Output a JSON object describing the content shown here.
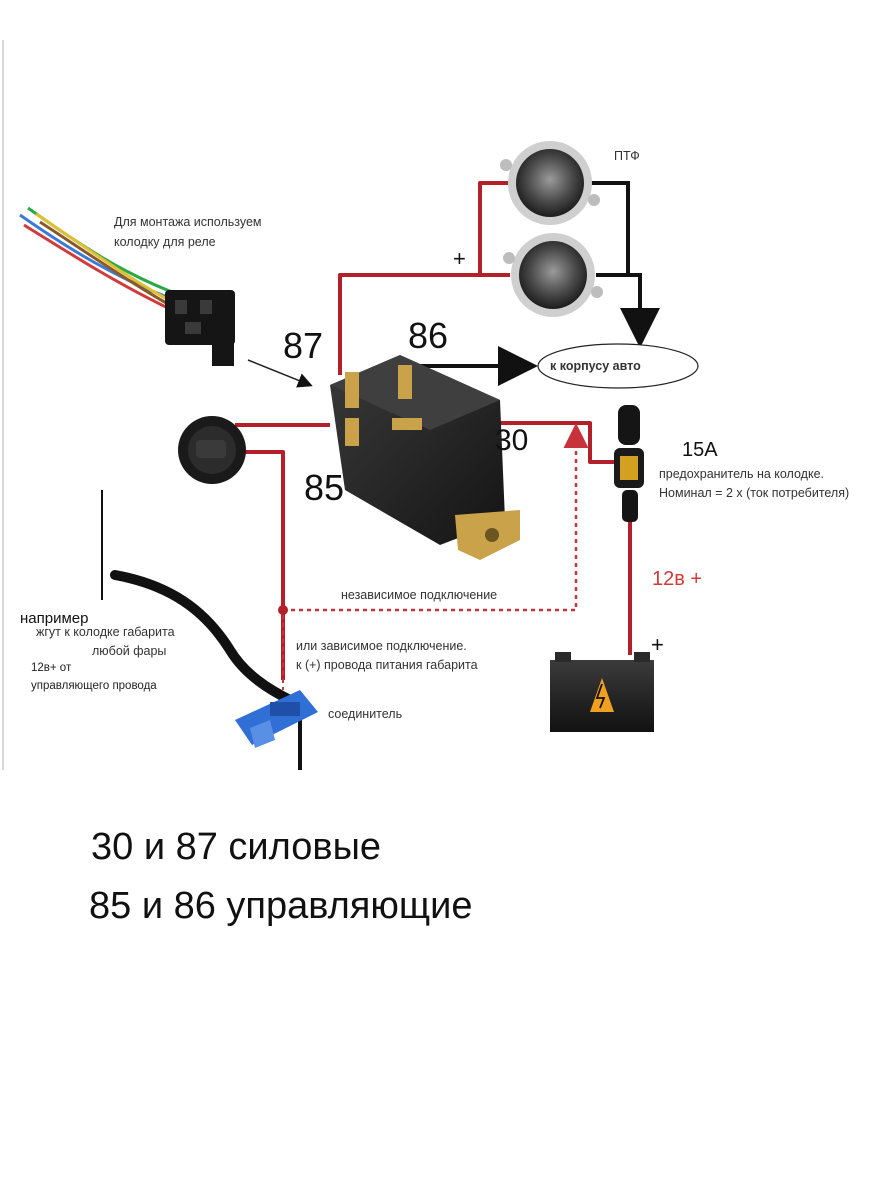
{
  "labels": {
    "mount_hint_line1": "Для монтажа используем",
    "mount_hint_line2": "колодку для реле",
    "ptf": "ПТФ",
    "plus_top": "+",
    "pin_87": "87",
    "pin_86": "86",
    "pin_85": "85",
    "pin_30": "30",
    "ground": "к корпусу авто",
    "fuse_rating": "15А",
    "fuse_note_line1": "предохранитель на колодке.",
    "fuse_note_line2": "Номинал = 2 х (ток потребителя)",
    "voltage": "12в +",
    "battery_plus": "+",
    "independent": "независимое подключение",
    "dependent_line1": "или зависимое подключение.",
    "dependent_line2": "к (+) провода питания габарита",
    "example": "например",
    "harness_line1": "жгут к колодке габарита",
    "harness_line2": "любой фары",
    "control_line1": "12в+ от",
    "control_line2": "управляющего провода",
    "connector": "соединитель"
  },
  "captions": {
    "line1": "30 и 87 силовые",
    "line2": "85 и 86 управляющие"
  },
  "colors": {
    "power_wire": "#b3202a",
    "ground_wire": "#111111",
    "dotted_wire": "#c8323a",
    "relay_body": "#2a2a2a",
    "connector_blue": "#2f6fd6"
  }
}
